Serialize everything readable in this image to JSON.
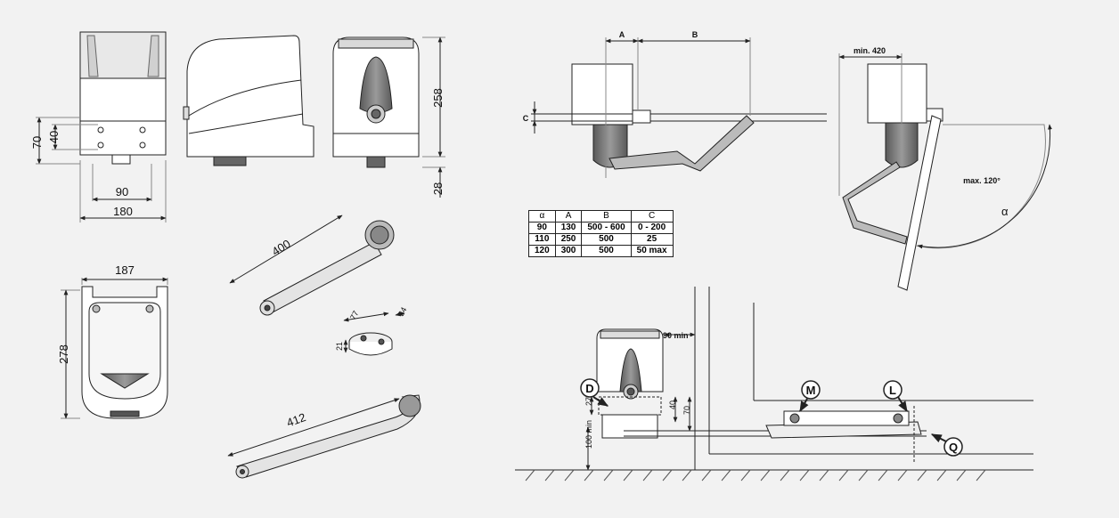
{
  "dimensions": {
    "front_height_70": "70",
    "front_holes_40": "40",
    "front_holes_width_90": "90",
    "front_width_180": "180",
    "side_height_258": "258",
    "side_shaft_28": "28",
    "top_width_187": "187",
    "top_length_278": "278",
    "arm_straight_400": "400",
    "bracket_77": "77",
    "bracket_34": "34",
    "bracket_21": "21",
    "arm_curved_412": "412"
  },
  "installation_plan": {
    "label_a": "A",
    "label_b": "B",
    "label_c": "C",
    "min_offset": "min. 420",
    "max_angle": "max. 120°",
    "alpha_symbol": "α"
  },
  "table": {
    "headers": [
      "α",
      "A",
      "B",
      "C"
    ],
    "rows": [
      [
        "90",
        "130",
        "500 - 600",
        "0 - 200"
      ],
      [
        "110",
        "250",
        "500",
        "25"
      ],
      [
        "120",
        "300",
        "500",
        "50 max"
      ]
    ]
  },
  "section_view": {
    "wall_gap": "90 min",
    "floor_height": "100 min",
    "dim_27": "27",
    "dim_40": "40",
    "dim_70": "70",
    "callout_d": "D",
    "callout_m": "M",
    "callout_l": "L",
    "callout_q": "Q"
  },
  "colors": {
    "background": "#f2f2f2",
    "line": "#222222",
    "housing_fill": "#ffffff",
    "dark_part": "#555555",
    "arm_fill": "#e4e4e4"
  }
}
